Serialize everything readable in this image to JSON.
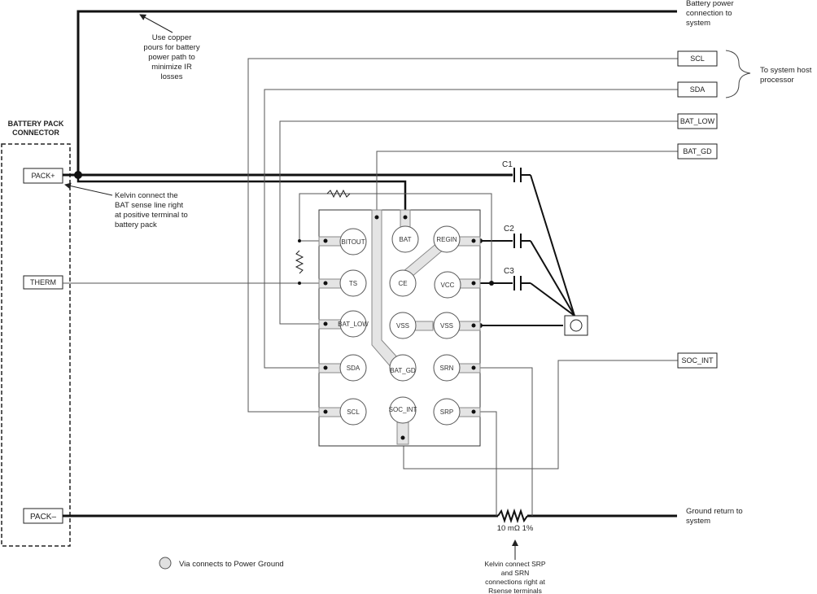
{
  "connector": {
    "title_line1": "BATTERY PACK",
    "title_line2": "CONNECTOR",
    "pack_plus": "PACK+",
    "therm": "THERM",
    "pack_minus": "PACK–"
  },
  "ports": {
    "scl": "SCL",
    "sda": "SDA",
    "bat_low": "BAT_LOW",
    "bat_gd": "BAT_GD",
    "soc_int": "SOC_INT"
  },
  "pins": {
    "bitout": "BITOUT",
    "bat": "BAT",
    "regin": "REGIN",
    "ts": "TS",
    "ce": "CE",
    "vcc": "VCC",
    "bat_low": "BAT_LOW",
    "vss_left": "VSS",
    "vss_right": "VSS",
    "sda": "SDA",
    "bat_gd": "BAT_GD",
    "srn": "SRN",
    "scl": "SCL",
    "soc_int": "SOC_INT",
    "srp": "SRP"
  },
  "capacitors": {
    "c1": "C1",
    "c2": "C2",
    "c3": "C3"
  },
  "resistor_value": "10 mΩ 1%",
  "notes": {
    "battery_power": [
      "Battery power",
      "connection to",
      "system"
    ],
    "copper": [
      "Use copper",
      "pours for battery",
      "power path to",
      "minimize IR",
      "losses"
    ],
    "host": [
      "To system host",
      "processor"
    ],
    "kelvin_bat": [
      "Kelvin connect the",
      "BAT sense line right",
      "at positive terminal to",
      "battery pack"
    ],
    "ground_return": [
      "Ground return to",
      "system"
    ],
    "legend": "Via connects to Power Ground",
    "kelvin_srp": [
      "Kelvin connect SRP",
      "and SRN",
      "connections right at",
      "Rsense terminals"
    ]
  }
}
